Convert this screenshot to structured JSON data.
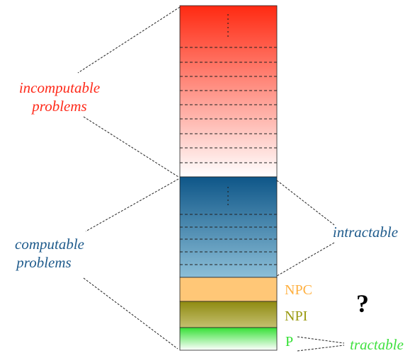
{
  "labels": {
    "incomputable": {
      "line1": "incomputable",
      "line2": "problems",
      "color": "#ff2a1a"
    },
    "computable": {
      "line1": "computable",
      "line2": "problems",
      "color": "#1f5b8c"
    },
    "intractable": {
      "text": "intractable",
      "color": "#1f5b8c"
    },
    "tractable": {
      "text": "tractable",
      "color": "#40e040"
    },
    "question": {
      "text": "?",
      "color": "#000000"
    }
  },
  "bands": {
    "npc": {
      "label": "NPC",
      "color": "#ffb040"
    },
    "npi": {
      "label": "NPI",
      "color": "#9a9a10"
    },
    "p": {
      "label": "P",
      "color": "#35e035"
    }
  },
  "colors": {
    "incomputable_top": "#ff2a12",
    "incomputable_bottom": "#ffffff",
    "computable_top": "#0e5688",
    "computable_bottom": "#8cbfd8",
    "npc_fill": "#ffc777",
    "npi_top": "#8f8a10",
    "npi_bottom": "#c4c070",
    "p_top": "#35e035",
    "p_bottom": "#ffffff"
  }
}
